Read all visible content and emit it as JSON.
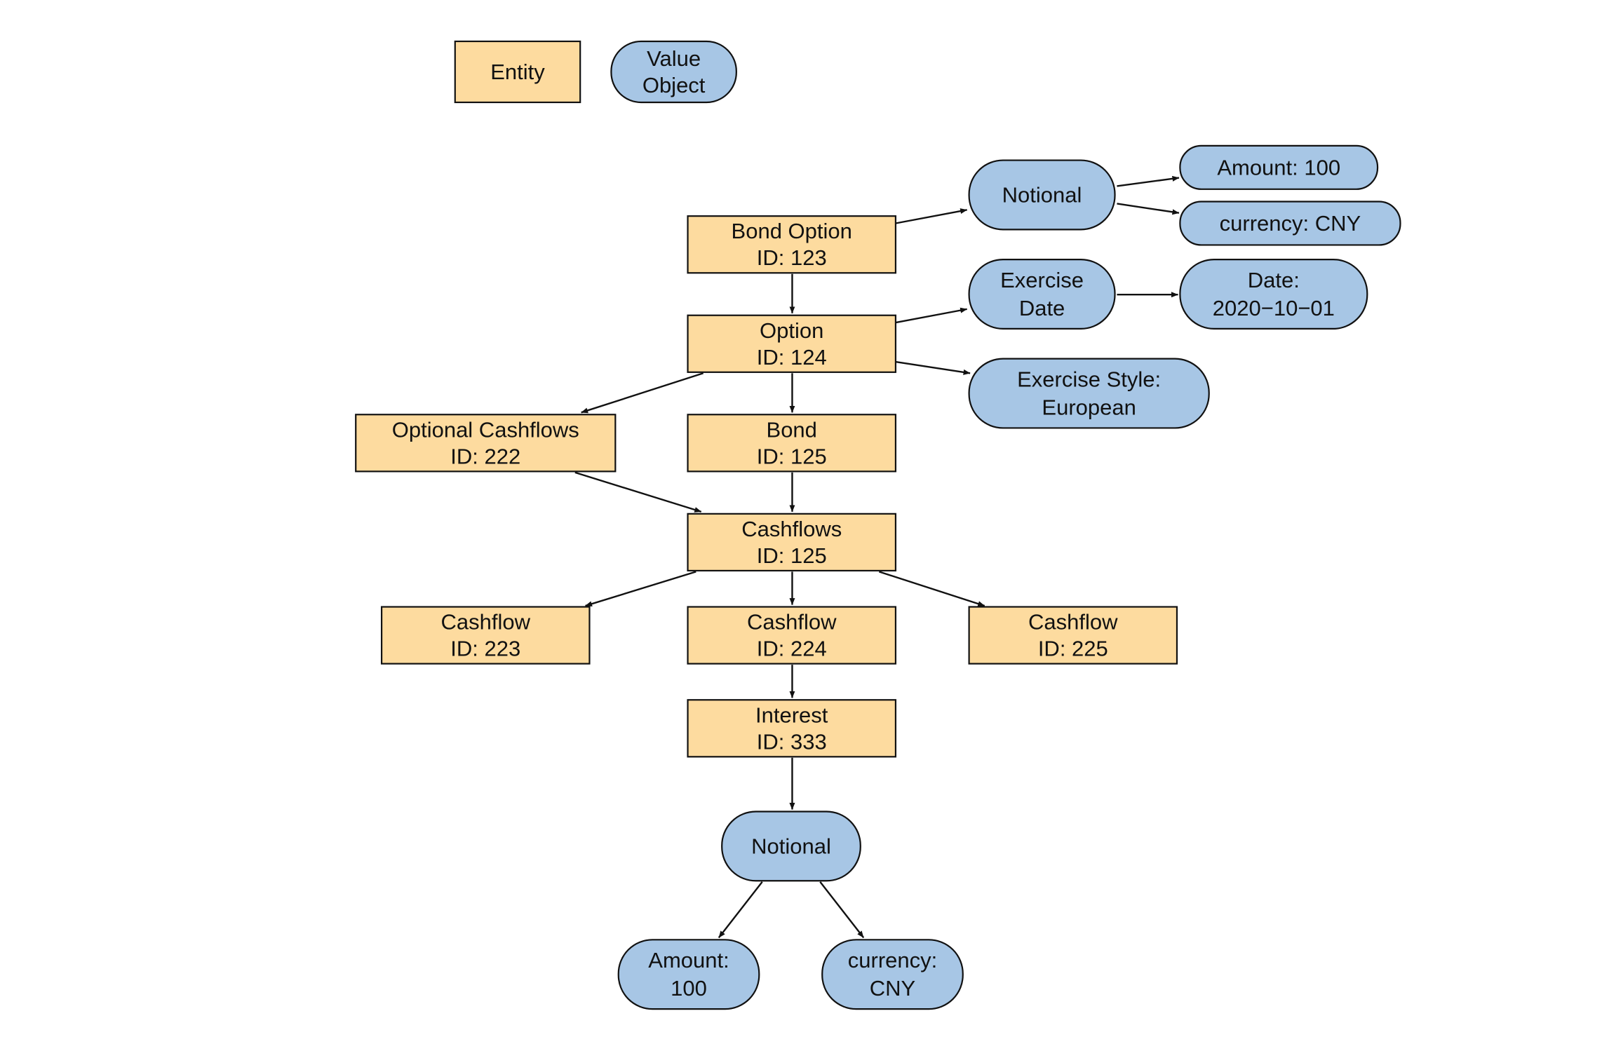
{
  "colors": {
    "entity_fill": "#fddb9f",
    "value_object_fill": "#a7c6e5",
    "stroke": "#111111"
  },
  "legend": [
    {
      "id": "legend-entity",
      "kind": "entity",
      "lines": [
        "Entity"
      ]
    },
    {
      "id": "legend-value-object",
      "kind": "value-object",
      "lines": [
        "Value",
        "Object"
      ]
    }
  ],
  "nodes": [
    {
      "id": "bond-option",
      "kind": "entity",
      "lines": [
        "Bond Option",
        "ID: 123"
      ]
    },
    {
      "id": "notional-top",
      "kind": "value-object",
      "lines": [
        "Notional"
      ]
    },
    {
      "id": "amount-top",
      "kind": "value-object",
      "lines": [
        "Amount: 100"
      ]
    },
    {
      "id": "currency-top",
      "kind": "value-object",
      "lines": [
        "currency: CNY"
      ]
    },
    {
      "id": "option",
      "kind": "entity",
      "lines": [
        "Option",
        "ID: 124"
      ]
    },
    {
      "id": "exercise-date",
      "kind": "value-object",
      "lines": [
        "Exercise",
        "Date"
      ]
    },
    {
      "id": "date-value",
      "kind": "value-object",
      "lines": [
        "Date:",
        "2020−10−01"
      ]
    },
    {
      "id": "exercise-style",
      "kind": "value-object",
      "lines": [
        "Exercise Style:",
        "European"
      ]
    },
    {
      "id": "optional-cashflows",
      "kind": "entity",
      "lines": [
        "Optional Cashflows",
        "ID: 222"
      ]
    },
    {
      "id": "bond",
      "kind": "entity",
      "lines": [
        "Bond",
        "ID: 125"
      ]
    },
    {
      "id": "cashflows",
      "kind": "entity",
      "lines": [
        "Cashflows",
        "ID: 125"
      ]
    },
    {
      "id": "cashflow-223",
      "kind": "entity",
      "lines": [
        "Cashflow",
        "ID: 223"
      ]
    },
    {
      "id": "cashflow-224",
      "kind": "entity",
      "lines": [
        "Cashflow",
        "ID: 224"
      ]
    },
    {
      "id": "cashflow-225",
      "kind": "entity",
      "lines": [
        "Cashflow",
        "ID: 225"
      ]
    },
    {
      "id": "interest",
      "kind": "entity",
      "lines": [
        "Interest",
        "ID: 333"
      ]
    },
    {
      "id": "notional-bottom",
      "kind": "value-object",
      "lines": [
        "Notional"
      ]
    },
    {
      "id": "amount-bottom",
      "kind": "value-object",
      "lines": [
        "Amount:",
        "100"
      ]
    },
    {
      "id": "currency-bottom",
      "kind": "value-object",
      "lines": [
        "currency:",
        "CNY"
      ]
    }
  ],
  "edges": [
    {
      "from": "bond-option",
      "to": "notional-top"
    },
    {
      "from": "notional-top",
      "to": "amount-top"
    },
    {
      "from": "notional-top",
      "to": "currency-top"
    },
    {
      "from": "bond-option",
      "to": "option"
    },
    {
      "from": "option",
      "to": "exercise-date"
    },
    {
      "from": "exercise-date",
      "to": "date-value"
    },
    {
      "from": "option",
      "to": "exercise-style"
    },
    {
      "from": "option",
      "to": "optional-cashflows"
    },
    {
      "from": "option",
      "to": "bond"
    },
    {
      "from": "optional-cashflows",
      "to": "cashflows"
    },
    {
      "from": "bond",
      "to": "cashflows"
    },
    {
      "from": "cashflows",
      "to": "cashflow-223"
    },
    {
      "from": "cashflows",
      "to": "cashflow-224"
    },
    {
      "from": "cashflows",
      "to": "cashflow-225"
    },
    {
      "from": "cashflow-224",
      "to": "interest"
    },
    {
      "from": "interest",
      "to": "notional-bottom"
    },
    {
      "from": "notional-bottom",
      "to": "amount-bottom"
    },
    {
      "from": "notional-bottom",
      "to": "currency-bottom"
    }
  ]
}
